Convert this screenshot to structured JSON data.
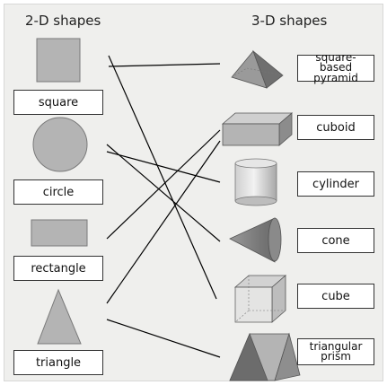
{
  "headings": {
    "left": "2-D shapes",
    "right": "3-D shapes"
  },
  "shapes_2d": [
    {
      "label": "square",
      "icon": "square-icon"
    },
    {
      "label": "circle",
      "icon": "circle-icon"
    },
    {
      "label": "rectangle",
      "icon": "rectangle-icon"
    },
    {
      "label": "triangle",
      "icon": "triangle-icon"
    }
  ],
  "shapes_3d": [
    {
      "label_line1": "square- based",
      "label_line2": "pyramid",
      "icon": "square-based-pyramid-icon"
    },
    {
      "label": "cuboid",
      "icon": "cuboid-icon"
    },
    {
      "label": "cylinder",
      "icon": "cylinder-icon"
    },
    {
      "label": "cone",
      "icon": "cone-icon"
    },
    {
      "label": "cube",
      "icon": "cube-icon"
    },
    {
      "label_line1": "triangular",
      "label_line2": "prism",
      "icon": "triangular-prism-icon"
    }
  ],
  "colors": {
    "panel": "#efefed",
    "shape_fill": "#b4b4b4",
    "shape_stroke": "#7a7a7a",
    "line": "#000000"
  }
}
